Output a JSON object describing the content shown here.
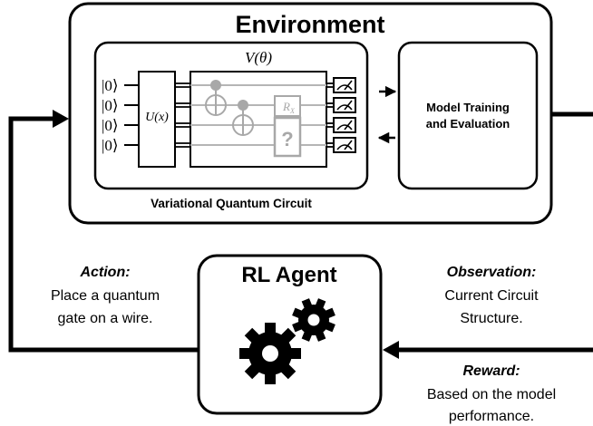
{
  "environment": {
    "title": "Environment",
    "circuit": {
      "label": "V(θ)",
      "caption": "Variational Quantum Circuit",
      "qubits": [
        "|0⟩",
        "|0⟩",
        "|0⟩",
        "|0⟩"
      ],
      "encoding_gate": "U(x)",
      "rx_gate": "R",
      "rx_subscript": "X",
      "unknown_gate": "?"
    },
    "model_box": {
      "line1": "Model Training",
      "line2": "and Evaluation"
    }
  },
  "agent": {
    "title": "RL Agent"
  },
  "action": {
    "heading": "Action:",
    "line1": "Place a quantum",
    "line2": "gate on a wire."
  },
  "observation": {
    "heading": "Observation:",
    "line1": "Current Circuit",
    "line2": "Structure."
  },
  "reward": {
    "heading": "Reward:",
    "line1": "Based on the model",
    "line2": "performance."
  },
  "colors": {
    "line": "#000000",
    "faded_gate": "#a8a8a8",
    "wire": "#b5b5b5",
    "background": "#ffffff"
  },
  "icons": [
    "gears-icon",
    "measurement-meter-icon"
  ]
}
